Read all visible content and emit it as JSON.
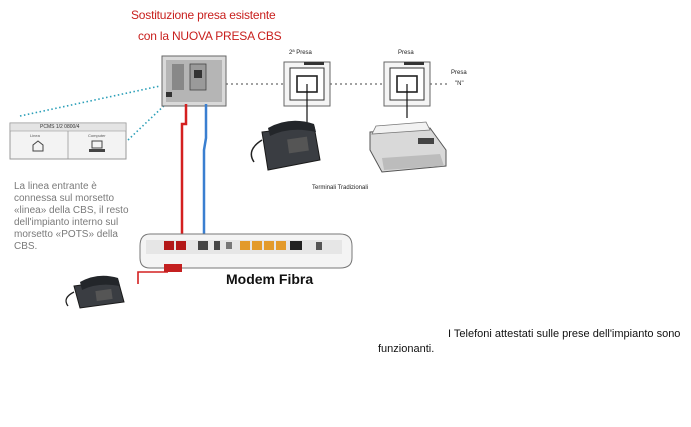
{
  "title": {
    "line1": "Sostituzione presa esistente",
    "line2": "con la NUOVA PRESA CBS"
  },
  "sockets": [
    {
      "label": "2ª Presa"
    },
    {
      "label": "Presa"
    }
  ],
  "line_end": {
    "label": "Presa",
    "sub": "\"N\""
  },
  "terminals_caption": "Terminali Tradizionali",
  "panel": {
    "header": "PCMS 1/2 0800/4",
    "left_label": "Linea",
    "right_label": "Computer"
  },
  "description": "La linea entrante è connessa sul morsetto «linea» della CBS, il resto dell'impianto interno sul morsetto «POTS» della CBS.",
  "modem_label": "Modem Fibra",
  "note": "I Telefoni attestati sulle prese dell'impianto sono funzionanti.",
  "colors": {
    "title": "#c8201e",
    "red_wire": "#d42020",
    "blue_wire": "#3a7fd0",
    "teal_dotted": "#2a9fb8",
    "orange_port": "#e39a2a"
  }
}
